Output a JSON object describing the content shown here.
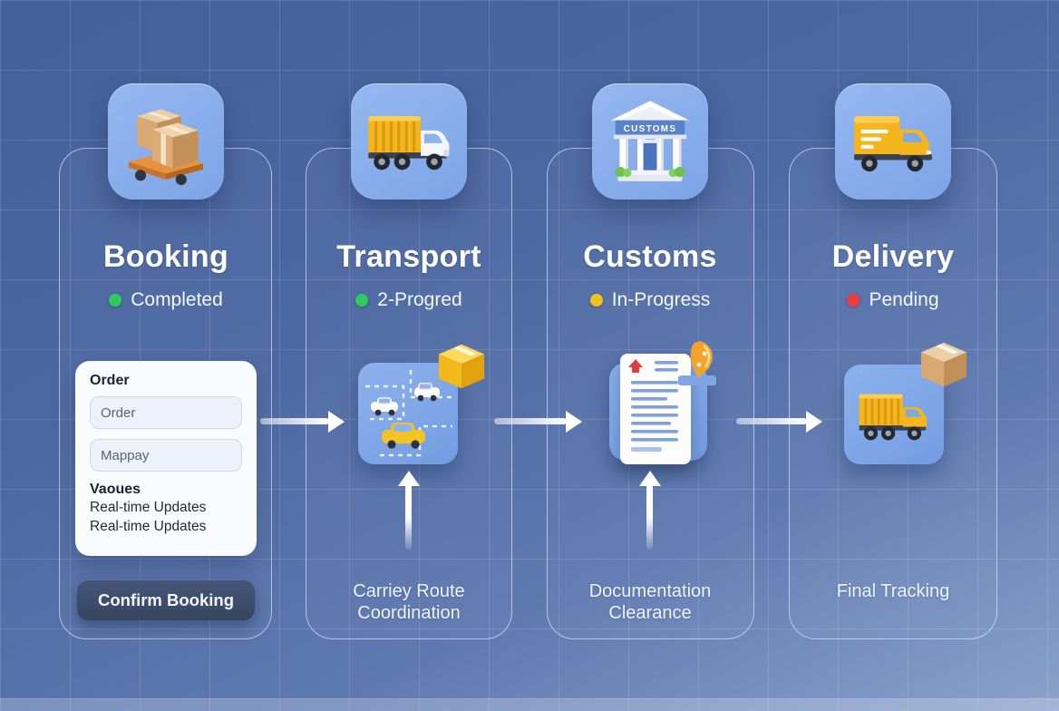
{
  "theme": {
    "background_top": "#44609a",
    "background_bottom": "#8ba2cc",
    "panel_border": "#dcebff",
    "tile_background": "#85abe9",
    "card_background": "#fafbfe",
    "button_background": "#3c4c6a",
    "status_green": "#2ecc5e",
    "status_yellow": "#f2c21c",
    "status_red": "#f23b3b",
    "accent_yellow": "#f5b51c",
    "arrow_color": "#ffffff"
  },
  "stages": [
    {
      "title": "Booking",
      "status": {
        "label": "Completed",
        "color": "#2ecc5e"
      },
      "icon": "pallet-boxes-icon",
      "form": {
        "heading": "Order",
        "inputs": [
          {
            "placeholder": "Order"
          },
          {
            "placeholder": "Mappay"
          }
        ],
        "values_heading": "Vaoues",
        "value_lines": [
          "Real-time Updates",
          "Real-time Updates"
        ]
      },
      "button_label": "Confirm Booking"
    },
    {
      "title": "Transport",
      "status": {
        "label": "2-Progred",
        "color": "#2ecc5e"
      },
      "icon": "container-truck-icon",
      "detail_icon": "route-map-icon",
      "caption": "Carriey Route Coordination"
    },
    {
      "title": "Customs",
      "status": {
        "label": "In-Progress",
        "color": "#f2c21c"
      },
      "icon": "customs-building-icon",
      "building_sign": "CUSTOMS",
      "detail_icon": "customs-document-icon",
      "caption": "Documentation Clearance"
    },
    {
      "title": "Delivery",
      "status": {
        "label": "Pending",
        "color": "#f23b3b"
      },
      "icon": "delivery-truck-icon",
      "detail_icon": "tracking-truck-icon",
      "caption": "Final Tracking"
    }
  ]
}
